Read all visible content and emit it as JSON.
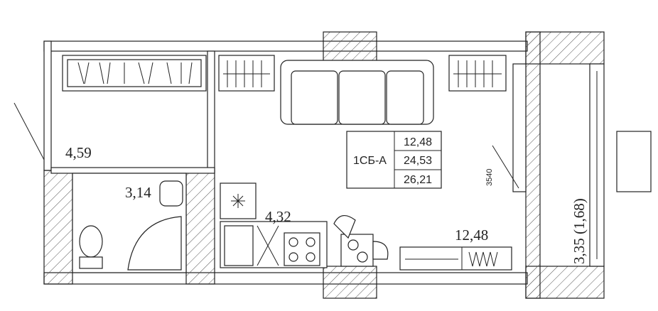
{
  "plan": {
    "apartment_type": "1СБ-А",
    "areas_table": [
      "12,48",
      "24,53",
      "26,21"
    ],
    "rooms": {
      "hallway": "4,59",
      "bathroom": "3,14",
      "kitchen": "4,32",
      "living_room": "12,48",
      "balcony": "3,35 (1,68)"
    },
    "dimension": "3540"
  }
}
